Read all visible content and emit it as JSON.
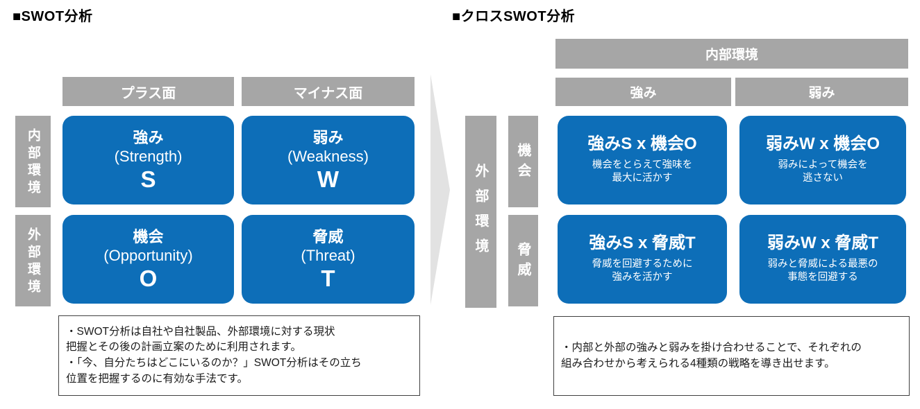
{
  "colors": {
    "blue": "#0d6eb8",
    "gray": "#a6a6a6",
    "arrow": "#e2e2e2",
    "note-border": "#3f3f3f"
  },
  "swot": {
    "title": "■SWOT分析",
    "column_headers": [
      "プラス面",
      "マイナス面"
    ],
    "row_headers": [
      "内部環境",
      "外部環境"
    ],
    "cells": [
      {
        "name": "強み",
        "english": "(Strength)",
        "letter": "S"
      },
      {
        "name": "弱み",
        "english": "(Weakness)",
        "letter": "W"
      },
      {
        "name": "機会",
        "english": "(Opportunity)",
        "letter": "O"
      },
      {
        "name": "脅威",
        "english": "(Threat)",
        "letter": "T"
      }
    ],
    "note": "・SWOT分析は自社や自社製品、外部環境に対する現状\n把握とその後の計画立案のために利用されます。\n・「今、自分たちはどこにいるのか？」SWOT分析はその立ち\n位置を把握するのに有効な手法です。"
  },
  "cross_swot": {
    "title": "■クロスSWOT分析",
    "top_header": "内部環境",
    "column_headers": [
      "強み",
      "弱み"
    ],
    "side_header": "外部環境",
    "row_headers": [
      "機会",
      "脅威"
    ],
    "cells": [
      {
        "title": "強みS x 機会O",
        "description": "機会をとらえて強味を\n最大に活かす"
      },
      {
        "title": "弱みW x 機会O",
        "description": "弱みによって機会を\n逃さない"
      },
      {
        "title": "強みS x 脅威T",
        "description": "脅威を回避するために\n強みを活かす"
      },
      {
        "title": "弱みW x 脅威T",
        "description": "弱みと脅威による最悪の\n事態を回避する"
      }
    ],
    "note": "・内部と外部の強みと弱みを掛け合わせることで、それぞれの\n組み合わせから考えられる4種類の戦略を導き出せます。"
  }
}
